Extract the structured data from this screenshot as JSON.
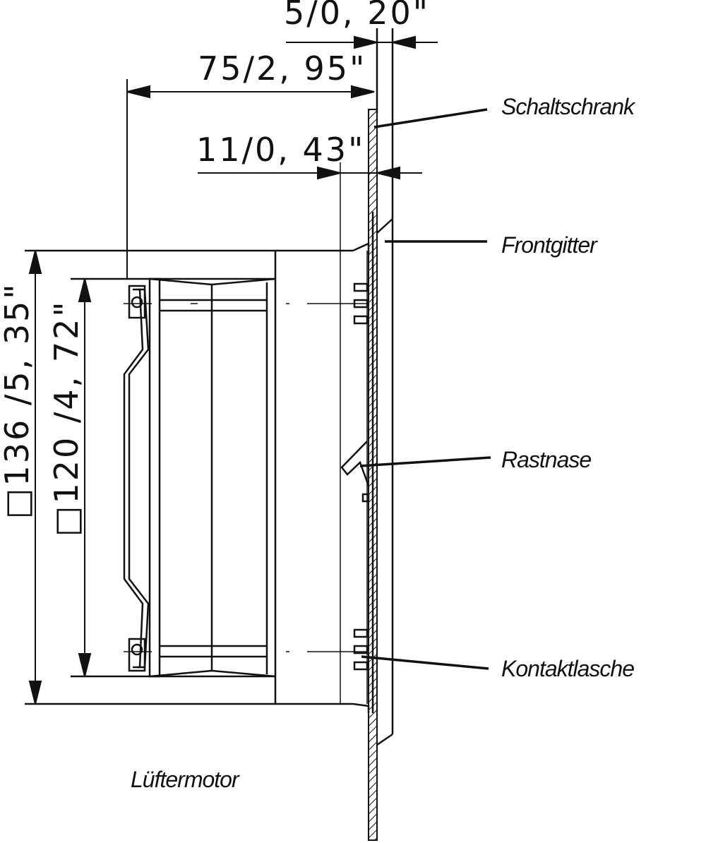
{
  "dimensions": {
    "wall_thickness": "5/0, 20\"",
    "depth_total": "75/2, 95\"",
    "grille_depth": "11/0, 43\"",
    "outer_square": "□136 /5, 35\"",
    "inner_square": "□120 /4, 72\""
  },
  "labels": {
    "cabinet": "Schaltschrank",
    "front_grille": "Frontgitter",
    "latch": "Rastnase",
    "contact_tab": "Kontaktlasche",
    "fan_motor": "Lüftermotor"
  }
}
